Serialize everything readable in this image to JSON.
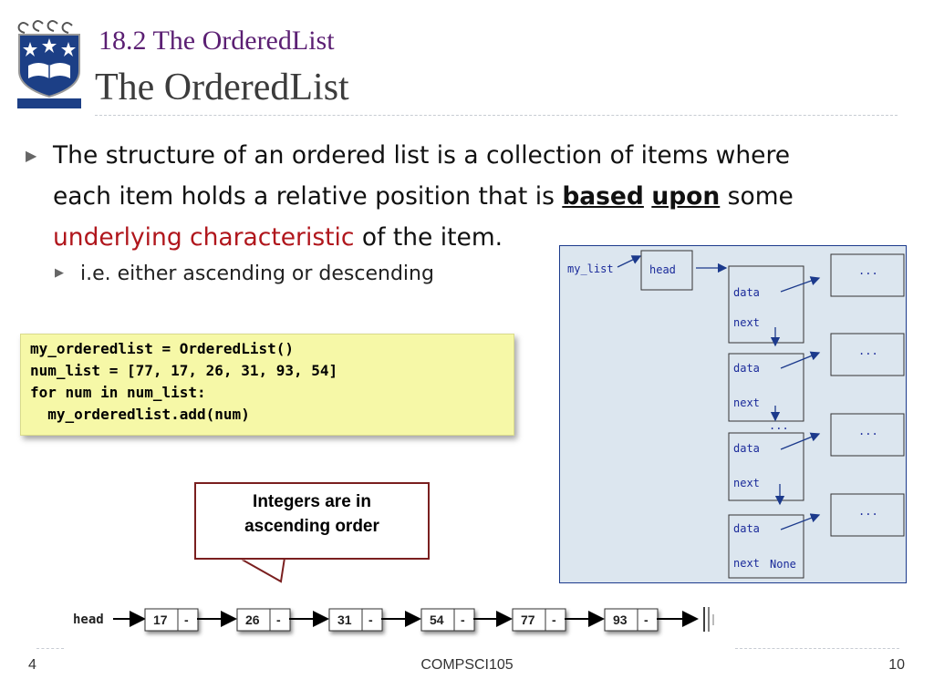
{
  "header": {
    "subtitle": "18.2 The OrderedList",
    "title": "The OrderedList"
  },
  "bullets": {
    "main_part1": "The structure of an ordered list is a collection of items where",
    "main_part2": "each item holds a relative position that is ",
    "based": "based",
    "upon": "upon",
    "some": " some",
    "underlying": "underlying characteristic",
    "main_end": " of the item.",
    "sub": "i.e. either ascending or descending"
  },
  "code": {
    "lines": [
      "my_orderedlist = OrderedList()",
      "num_list = [77, 17, 26, 31, 93, 54]",
      "for num in num_list:",
      "  my_orderedlist.add(num)"
    ]
  },
  "callout": {
    "line1": "Integers are in",
    "line2": "ascending order"
  },
  "diagram": {
    "var_label": "my_list",
    "head_label": "head",
    "data_label": "data",
    "next_label": "next",
    "none_label": "None",
    "ellipsis": "...",
    "colors": {
      "background": "#dce6ef",
      "border": "#1c3a8c",
      "text": "#1a2a9a"
    }
  },
  "linked_list": {
    "head_label": "head",
    "values": [
      "17",
      "26",
      "31",
      "54",
      "77",
      "93"
    ],
    "link_symbol": "-"
  },
  "footer": {
    "left": "4",
    "center": "COMPSCI105",
    "right": "10"
  },
  "colors": {
    "subtitle": "#5b1f73",
    "highlight_red": "#b0161c",
    "code_bg": "#f6f8a7",
    "callout_border": "#7a1f1f"
  }
}
